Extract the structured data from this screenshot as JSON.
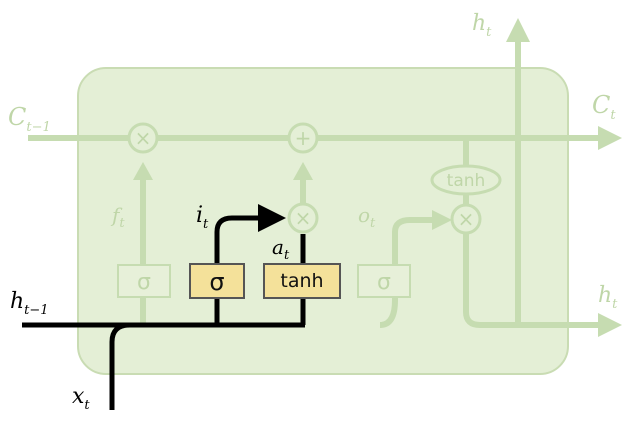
{
  "colors": {
    "cell_fill": "#e4efd6",
    "cell_stroke": "#c9dcb3",
    "faded_line": "#c6dcb1",
    "faded_text": "#bfd6a8",
    "active_line": "#000000",
    "gate_fill": "#f4e19a",
    "gate_stroke": "#555555",
    "faded_gate_fill": "#e7f0d9"
  },
  "labels": {
    "c_prev": {
      "base": "C",
      "sub": "t−1"
    },
    "c_out": {
      "base": "C",
      "sub": "t"
    },
    "h_prev": {
      "base": "h",
      "sub": "t−1"
    },
    "h_top": {
      "base": "h",
      "sub": "t"
    },
    "h_right": {
      "base": "h",
      "sub": "t"
    },
    "x_in": {
      "base": "x",
      "sub": "t"
    },
    "f_gate": {
      "base": "f",
      "sub": "t"
    },
    "i_gate": {
      "base": "i",
      "sub": "t"
    },
    "a_gate": {
      "base": "a",
      "sub": "t"
    },
    "o_gate": {
      "base": "o",
      "sub": "t"
    }
  },
  "ops": {
    "forget_multiply": "×",
    "cell_add": "+",
    "input_multiply": "×",
    "output_multiply": "×",
    "output_tanh": "tanh"
  },
  "gates": {
    "forget": "σ",
    "input": "σ",
    "candidate": "tanh",
    "output": "σ"
  }
}
